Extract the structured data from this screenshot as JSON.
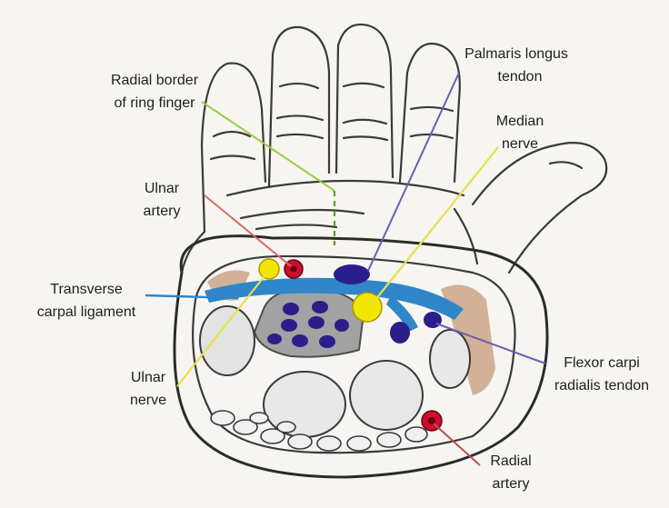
{
  "labels": {
    "radial_border_1": "Radial border",
    "radial_border_2": "of ring finger",
    "palmaris_1": "Palmaris longus",
    "palmaris_2": "tendon",
    "median_1": "Median",
    "median_2": "nerve",
    "ulnar_artery_1": "Ulnar",
    "ulnar_artery_2": "artery",
    "transverse_1": "Transverse",
    "transverse_2": "carpal ligament",
    "ulnar_nerve_1": "Ulnar",
    "ulnar_nerve_2": "nerve",
    "fcr_1": "Flexor carpi",
    "fcr_2": "radialis tendon",
    "radial_artery_1": "Radial",
    "radial_artery_2": "artery"
  },
  "colors": {
    "nerve": "#f2e600",
    "artery": "#c8102e",
    "tendon": "#2a1f8a",
    "ligament": "#2f86c8",
    "bone": "#9a9a9a",
    "muscle": "#c79a7a",
    "ulnar_artery_line": "#d66a6a",
    "radial_border_line": "#9acb46",
    "palmaris_line": "#6a5fb3",
    "ulnar_nerve_line": "#e8e04a",
    "median_line": "#e8e04a",
    "fcr_line": "#6a5fb3",
    "radial_artery_line": "#b55050"
  },
  "icons": [
    "hand-sketch",
    "carpal-tunnel-cross-section"
  ]
}
